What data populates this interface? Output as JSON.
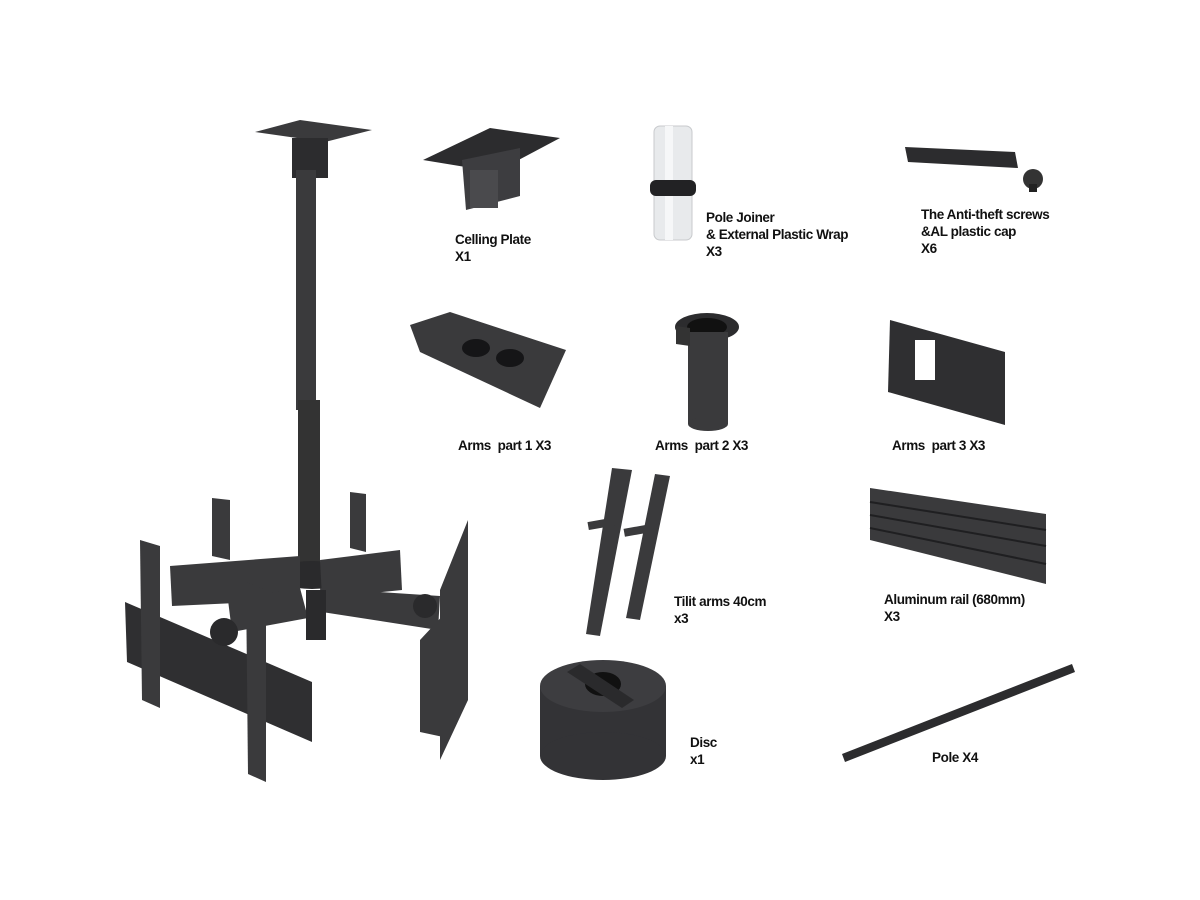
{
  "parts": {
    "ceiling_plate": {
      "name": "Celling Plate",
      "qty": "X1"
    },
    "pole_joiner": {
      "name": "Pole Joiner",
      "name2": "& External Plastic Wrap",
      "qty": "X3"
    },
    "anti_theft": {
      "name": "The Anti-theft screws",
      "name2": "&AL plastic cap",
      "qty": "X6"
    },
    "arms_part1": {
      "name": "Arms  part 1 X3"
    },
    "arms_part2": {
      "name": "Arms  part 2 X3"
    },
    "arms_part3": {
      "name": "Arms  part 3 X3"
    },
    "tilt_arms": {
      "name": "Tilit arms 40cm",
      "qty": "x3"
    },
    "aluminum_rail": {
      "name": "Aluminum rail (680mm)",
      "qty": "X3"
    },
    "disc": {
      "name": "Disc",
      "qty": "x1"
    },
    "pole": {
      "name": "Pole X4"
    }
  },
  "colors": {
    "metal": "#3a3a3c",
    "metal_dark": "#222224",
    "metal_light": "#55565a",
    "plastic": "#e8eaec"
  }
}
